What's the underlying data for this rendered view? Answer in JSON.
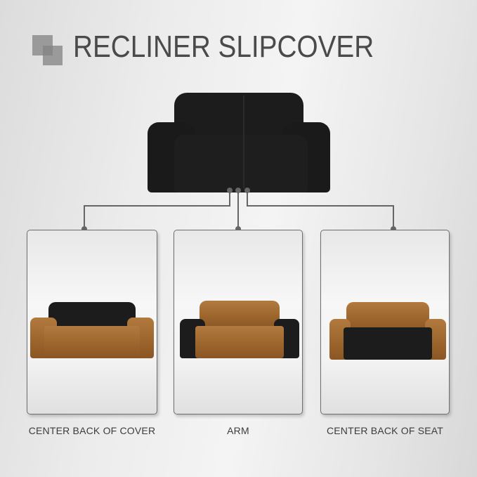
{
  "header": {
    "title": "RECLINER SLIPCOVER",
    "logo_icon": "overlapping-squares-icon"
  },
  "main_product": {
    "name": "black-recliner-slipcover-loveseat",
    "color": "#1c1c1c"
  },
  "panels": [
    {
      "id": "center-back-of-cover",
      "label": "CENTER BACK OF COVER",
      "highlight": "backrest"
    },
    {
      "id": "arm",
      "label": "ARM",
      "highlight": "armrests"
    },
    {
      "id": "center-back-of-seat",
      "label": "CENTER BACK OF SEAT",
      "highlight": "seat"
    }
  ],
  "colors": {
    "cover_black": "#1c1c1c",
    "leather_brown": "#a06a30",
    "connector_gray": "#666666",
    "title_gray": "#4a4a4a"
  }
}
